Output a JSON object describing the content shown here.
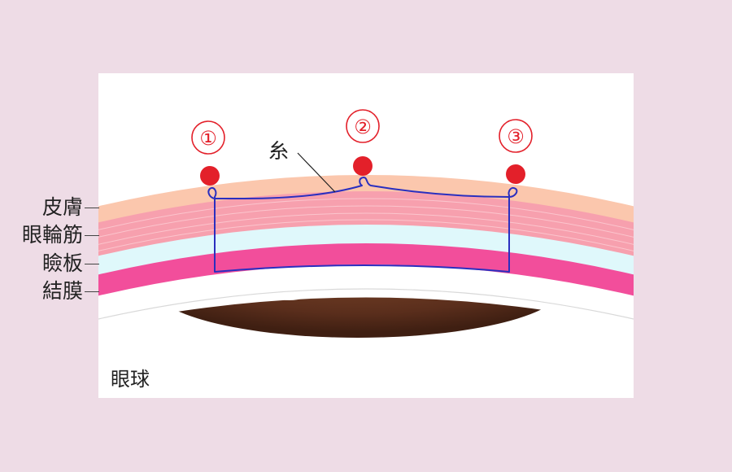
{
  "markers": [
    "①",
    "②",
    "③"
  ],
  "thread_label": "糸",
  "layers": [
    {
      "label": "皮膚",
      "color": "#fbc7ad"
    },
    {
      "label": "眼輪筋",
      "color": "#f7a0ae"
    },
    {
      "label": "瞼板",
      "color": "#dff8fb"
    },
    {
      "label": "結膜",
      "color": "#f24e9b"
    }
  ],
  "eyeball_label": "眼球",
  "colors": {
    "background": "#eedce6",
    "marker_dot": "#e3202a",
    "marker_circle": "#e3202a",
    "thread": "#2a2fbf",
    "iris": "#5a2e1c",
    "pupil": "#111111"
  }
}
